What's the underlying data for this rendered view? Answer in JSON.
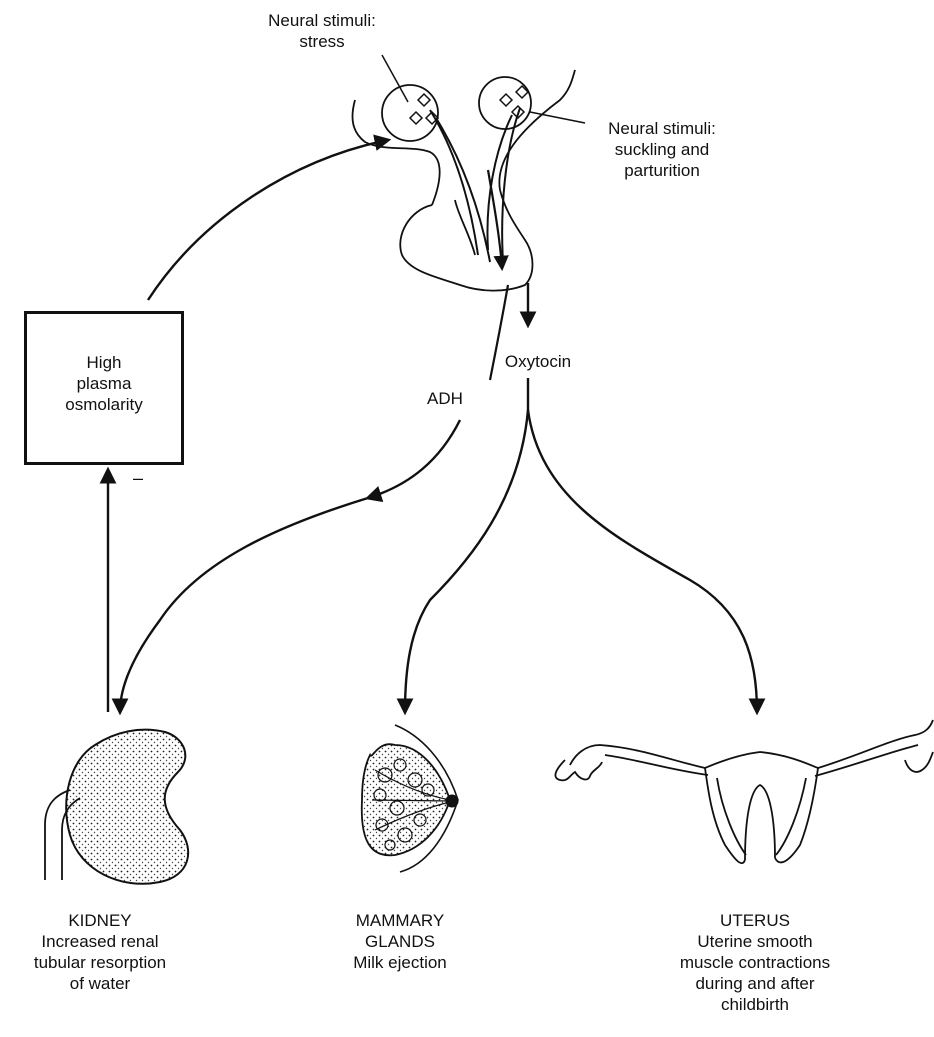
{
  "stimuli": {
    "stress": [
      "Neural stimuli:",
      "stress"
    ],
    "suckling": [
      "Neural stimuli:",
      "suckling and",
      "parturition"
    ]
  },
  "hormones": {
    "adh": "ADH",
    "oxytocin": "Oxytocin"
  },
  "feedback_box": {
    "lines": [
      "High",
      "plasma",
      "osmolarity"
    ],
    "sign": "–"
  },
  "targets": {
    "kidney": [
      "KIDNEY",
      "Increased renal",
      "tubular resorption",
      "of water"
    ],
    "mammary": [
      "MAMMARY",
      "GLANDS",
      "Milk ejection"
    ],
    "uterus": [
      "UTERUS",
      "Uterine smooth",
      "muscle contractions",
      "during and after",
      "childbirth"
    ]
  }
}
